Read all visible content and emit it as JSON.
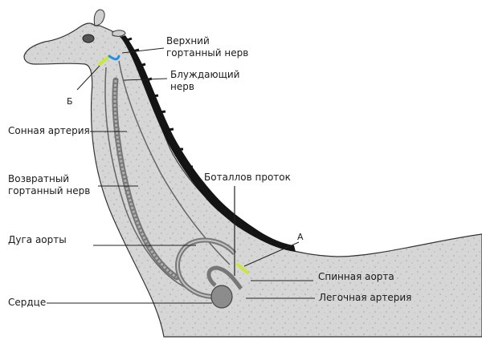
{
  "labels": {
    "upper_laryngeal": [
      "Верхний",
      "гортанный нерв"
    ],
    "vagus": [
      "Блуждающий",
      "нерв"
    ],
    "b_marker": "Б",
    "carotid": "Сонная артерия",
    "recurrent": [
      "Возвратный",
      "гортанный нерв"
    ],
    "botallo": "Боталлов проток",
    "a_marker": "А",
    "aortic_arch": "Дуга аорты",
    "spinal_aorta": "Спинная аорта",
    "heart": "Сердце",
    "pulmonary": "Легочная артерия"
  },
  "colors": {
    "neck_fill": "#d9d9d9",
    "mane": "#141414",
    "vessel": "#888888",
    "heart_fill": "#8c8c8c",
    "highlight_yellow": "#c8e83a",
    "highlight_blue": "#2a8fe0",
    "leader": "#222222"
  }
}
